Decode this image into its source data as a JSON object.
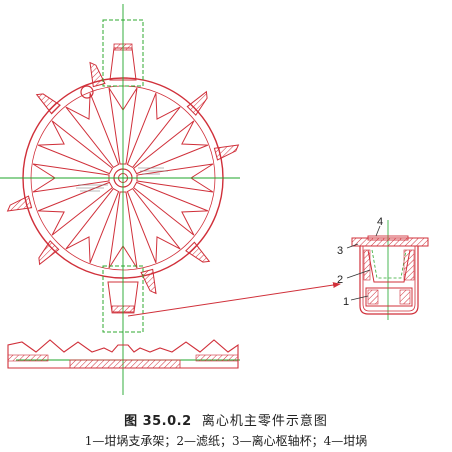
{
  "figure": {
    "number": "图 35.0.2",
    "title": "离心机主零件示意图",
    "legend": "1—坩埚支承架；2—滤纸；3—离心枢轴杯；4—坩埚"
  },
  "callouts": [
    {
      "label": "4"
    },
    {
      "label": "3"
    },
    {
      "label": "2"
    },
    {
      "label": "1"
    }
  ],
  "colors": {
    "outline": "#d0303a",
    "centerline": "#1ea62a",
    "hidden": "#2fa82f",
    "leader": "#333333",
    "text": "#222222"
  }
}
